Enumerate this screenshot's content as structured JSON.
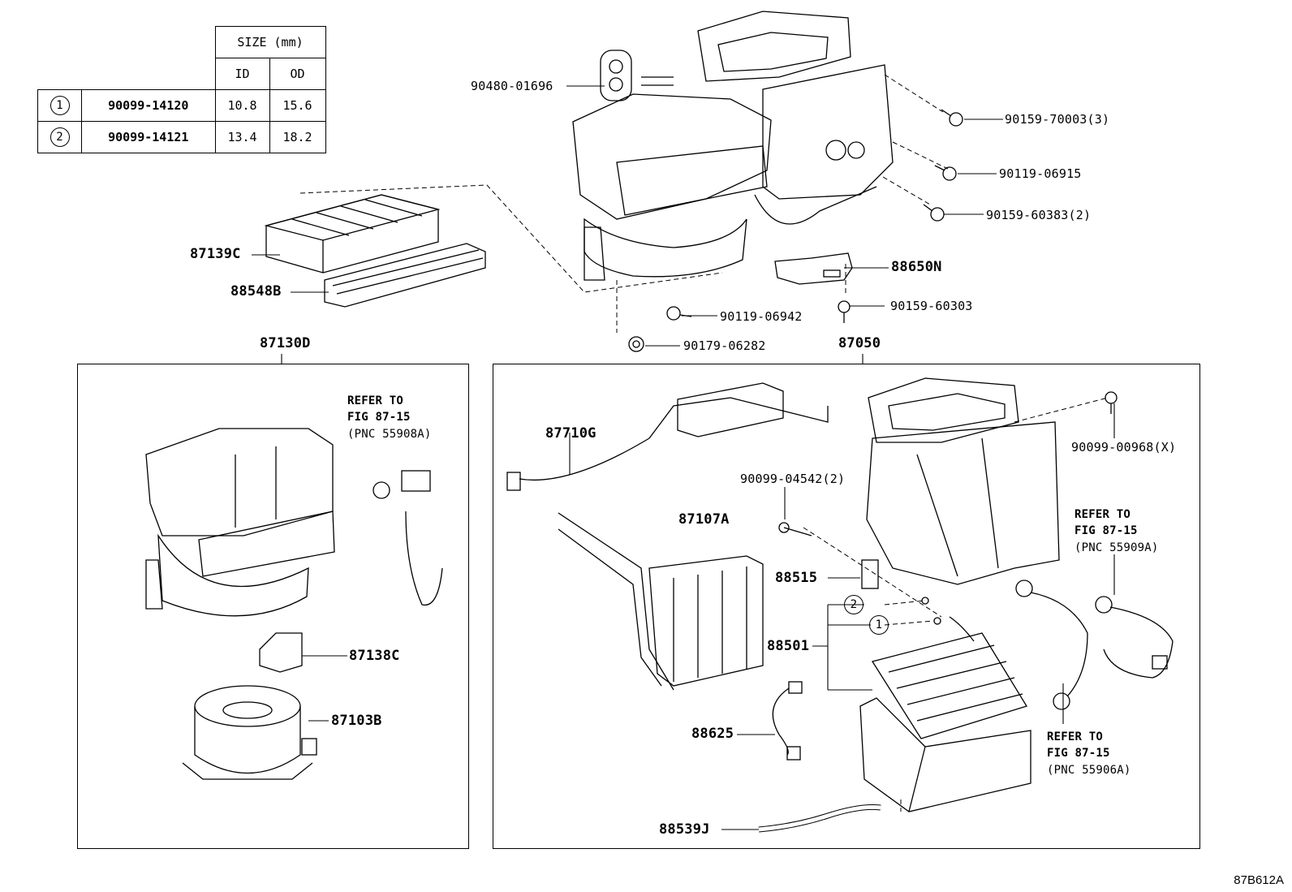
{
  "size_table": {
    "header": "SIZE (mm)",
    "col_id": "ID",
    "col_od": "OD",
    "rows": [
      {
        "ref": "1",
        "part": "90099-14120",
        "id": "10.8",
        "od": "15.6"
      },
      {
        "ref": "2",
        "part": "90099-14121",
        "id": "13.4",
        "od": "18.2"
      }
    ]
  },
  "labels": {
    "p90480": "90480-01696",
    "p90159_70003": "90159-70003(3)",
    "p90119_06915": "90119-06915",
    "p90159_60383": "90159-60383(2)",
    "p87139c": "87139C",
    "p88548b": "88548B",
    "p88650n": "88650N",
    "p90119_06942": "90119-06942",
    "p90159_60303": "90159-60303",
    "p90179_06282": "90179-06282",
    "p87130d": "87130D",
    "p87050": "87050",
    "p87138c": "87138C",
    "p87103b": "87103B",
    "p87710g": "87710G",
    "p87107a": "87107A",
    "p90099_04542": "90099-04542(2)",
    "p90099_00968": "90099-00968(X)",
    "p88515": "88515",
    "p88501": "88501",
    "p88625": "88625",
    "p88539j": "88539J",
    "callout1": "1",
    "callout2": "2"
  },
  "notes": {
    "left": {
      "l1": "REFER TO",
      "l2": "FIG 87-15",
      "l3": "(PNC 55908A)"
    },
    "right_top": {
      "l1": "REFER TO",
      "l2": "FIG 87-15",
      "l3": "(PNC 55909A)"
    },
    "right_bottom": {
      "l1": "REFER TO",
      "l2": "FIG 87-15",
      "l3": "(PNC 55906A)"
    }
  },
  "footer": "87B612A"
}
